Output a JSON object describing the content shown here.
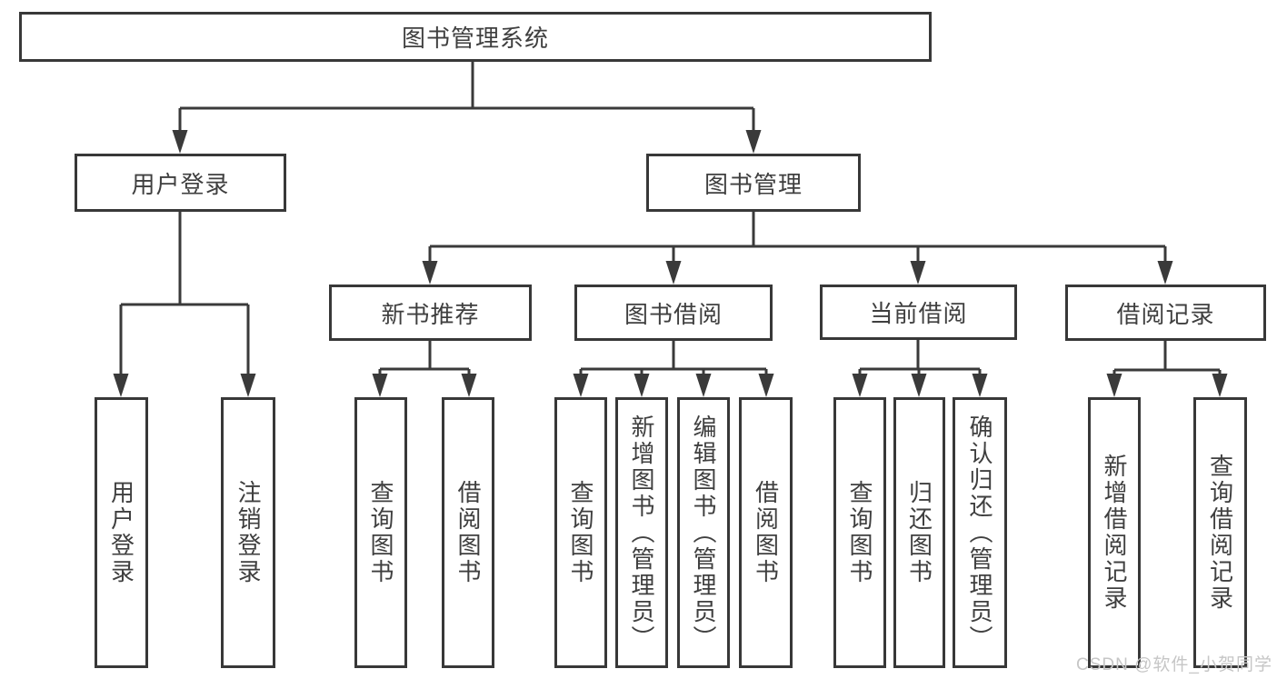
{
  "diagram": {
    "root": {
      "label": "图书管理系统"
    },
    "login_branch": {
      "label": "用户登录",
      "children": [
        {
          "label": "用户登录"
        },
        {
          "label": "注销登录"
        }
      ]
    },
    "management_branch": {
      "label": "图书管理",
      "groups": [
        {
          "label": "新书推荐",
          "children": [
            {
              "label": "查询图书"
            },
            {
              "label": "借阅图书"
            }
          ]
        },
        {
          "label": "图书借阅",
          "children": [
            {
              "label": "查询图书"
            },
            {
              "label": "新增图书（管理员）"
            },
            {
              "label": "编辑图书（管理员）"
            },
            {
              "label": "借阅图书"
            }
          ]
        },
        {
          "label": "当前借阅",
          "children": [
            {
              "label": "查询图书"
            },
            {
              "label": "归还图书"
            },
            {
              "label": "确认归还（管理员）"
            }
          ]
        },
        {
          "label": "借阅记录",
          "children": [
            {
              "label": "新增借阅记录"
            },
            {
              "label": "查询借阅记录"
            }
          ]
        }
      ]
    }
  },
  "watermark": {
    "text": "CSDN @软件_小贺同学"
  },
  "colors": {
    "line": "#3a3a3a",
    "border": "#383838",
    "text": "#3f3f3f",
    "watermark": "#c6c6c6",
    "background": "#ffffff"
  }
}
